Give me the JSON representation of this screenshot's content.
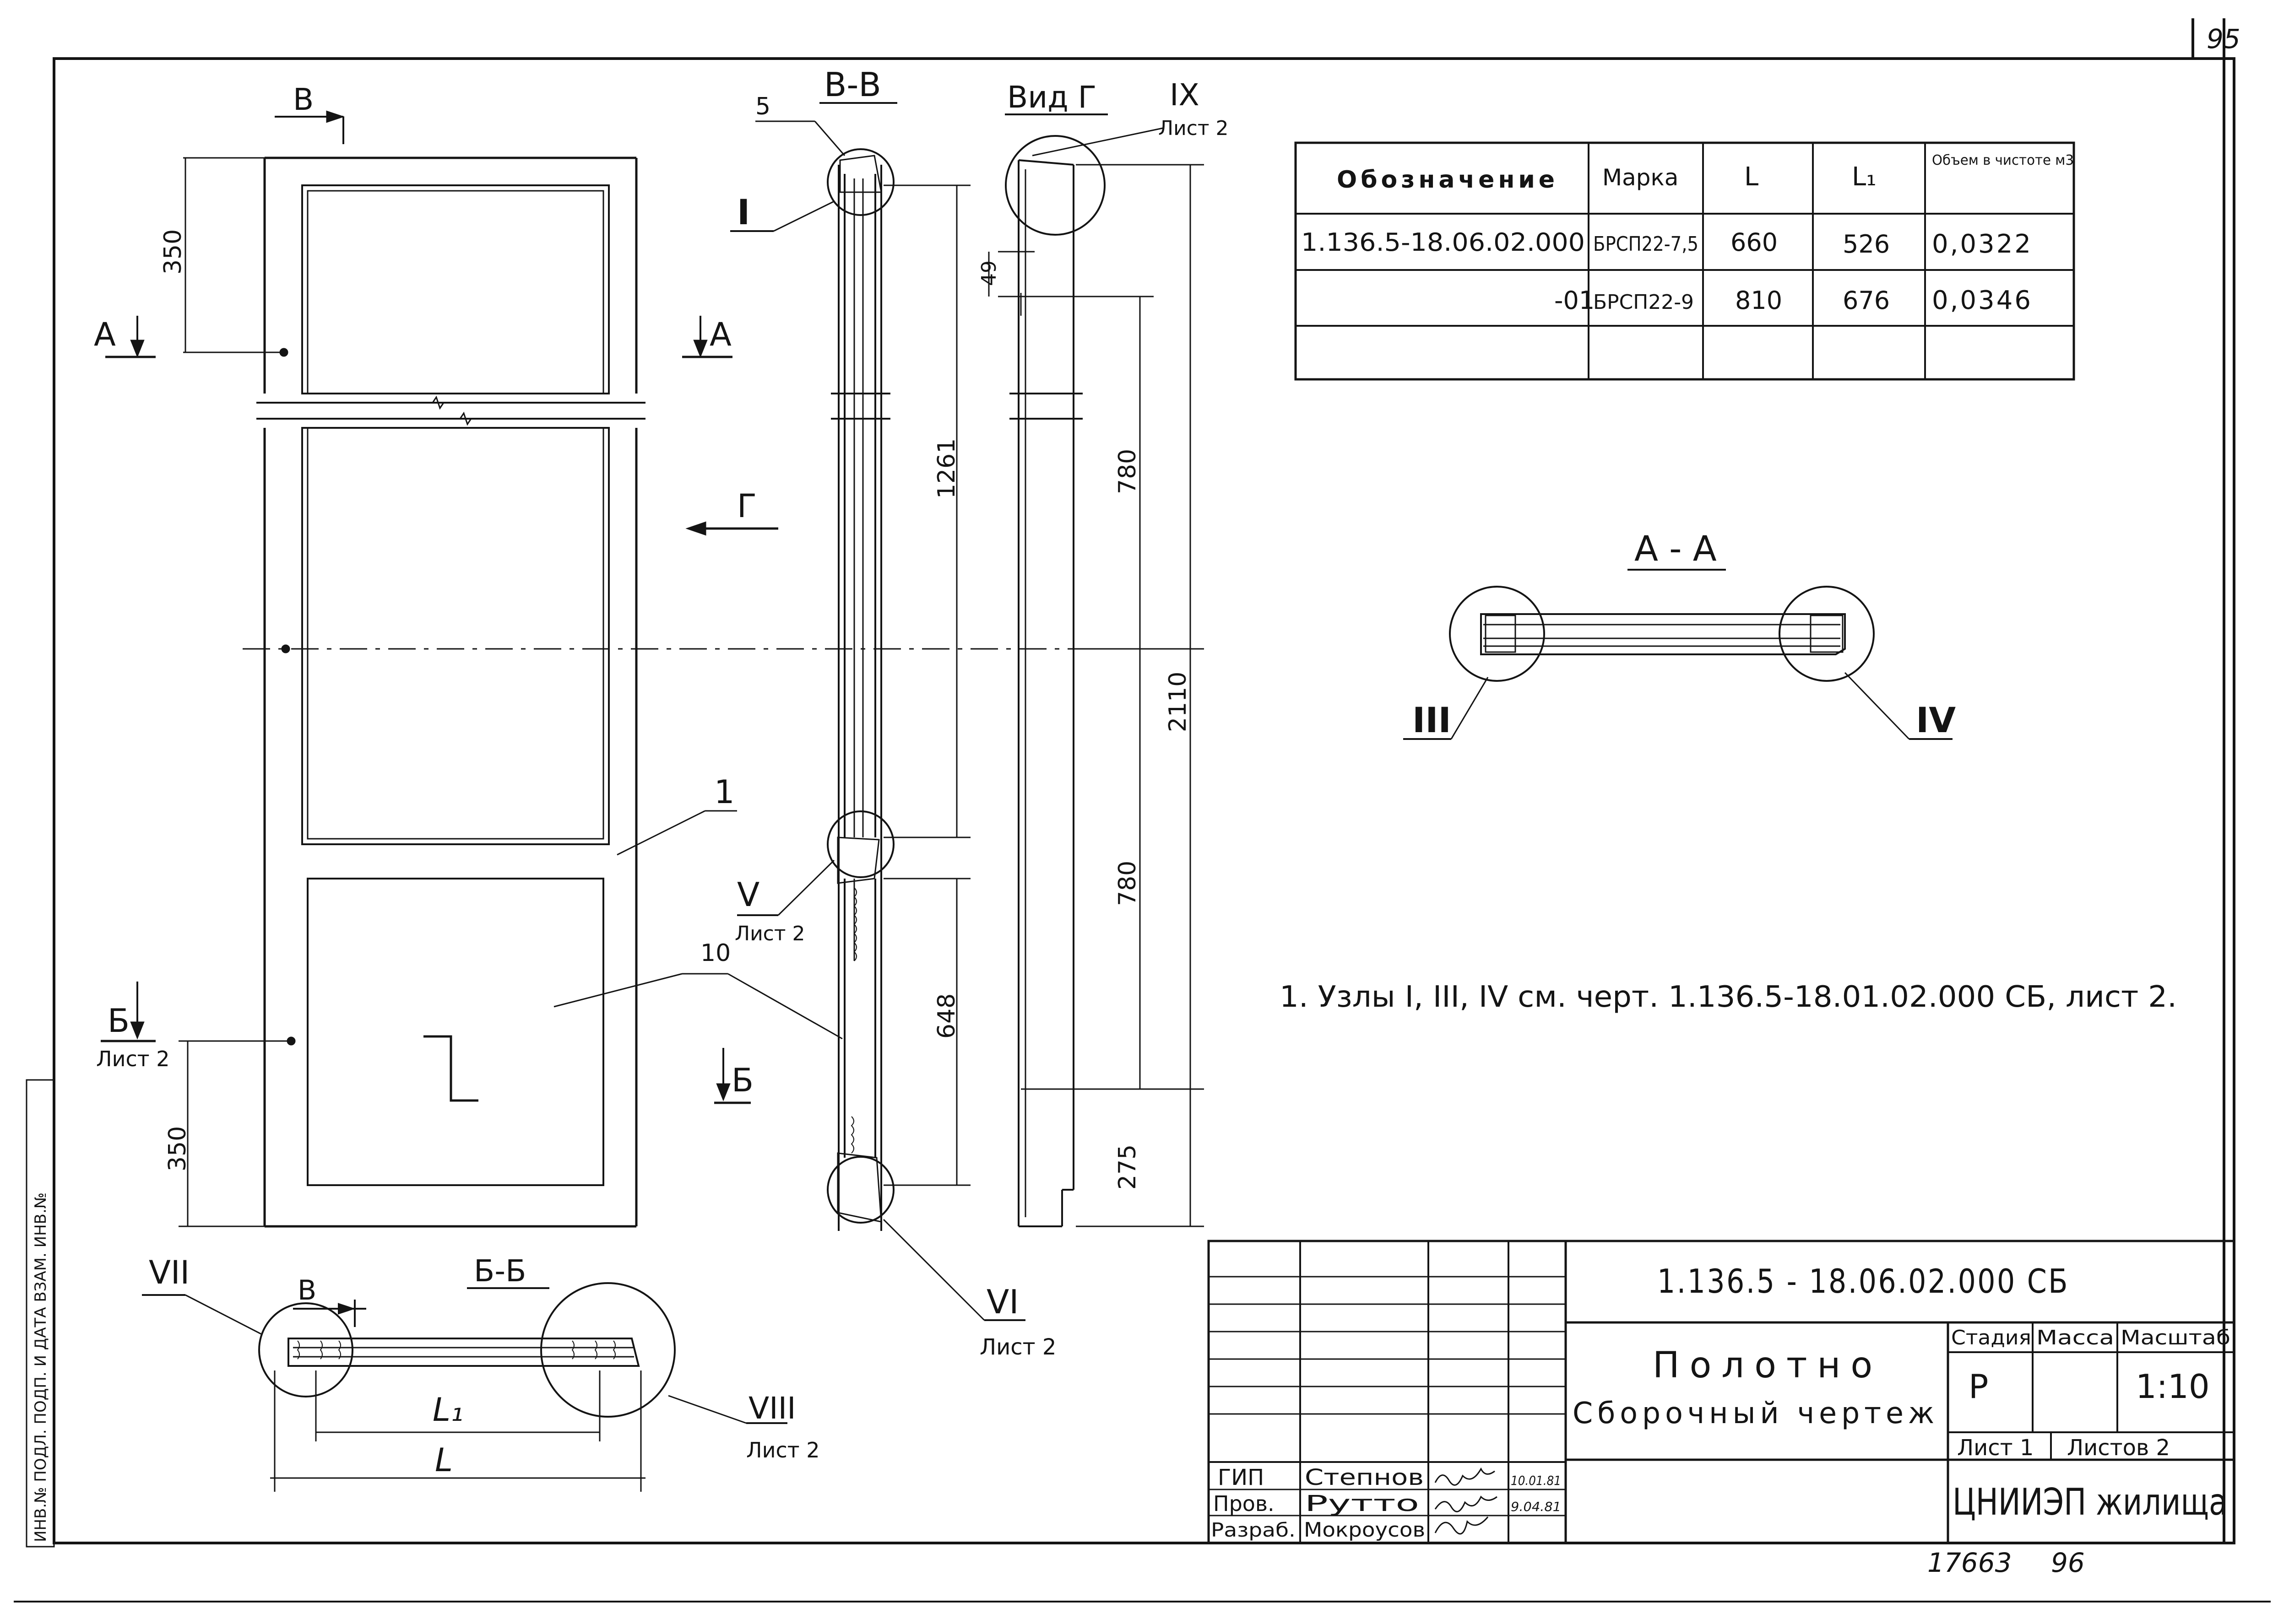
{
  "sheet_number": "95",
  "left_margin_stamp": "ИНВ.№ ПОДЛ.  ПОДП. И ДАТА  ВЗАМ. ИНВ.№",
  "views": {
    "front": {
      "section_a_label": "А",
      "section_b_label": "Б",
      "section_b_sheet": "Лист 2",
      "section_v_label": "В",
      "view_g_label": "Г",
      "dim_top": "350",
      "dim_bottom": "350",
      "callout_1": "1",
      "callout_10": "10"
    },
    "section_vv": {
      "title": "В-В",
      "callout_5": "5",
      "node_I": "I",
      "node_V": "V",
      "node_V_sheet": "Лист 2",
      "node_VI": "VI",
      "node_VI_sheet": "Лист 2",
      "dim_1261": "1261",
      "dim_648": "648",
      "dim_49": "49"
    },
    "view_g": {
      "title": "Вид Г",
      "node_IX": "IX",
      "node_IX_sheet": "Лист 2",
      "dim_780_top": "780",
      "dim_780_bottom": "780",
      "dim_2110": "2110",
      "dim_275": "275"
    },
    "section_aa": {
      "title": "А - А",
      "node_III": "III",
      "node_IV": "IV"
    },
    "section_bb": {
      "title": "Б-Б",
      "node_VII": "VII",
      "node_VIII": "VIII",
      "node_VIII_sheet": "Лист 2",
      "dim_L1": "L₁",
      "dim_L": "L",
      "cut_label": "В"
    }
  },
  "spec_table": {
    "headers": [
      "Обозначение",
      "Марка",
      "L",
      "L₁",
      "Объем в чистоте м3"
    ],
    "rows": [
      [
        "1.136.5-18.06.02.000",
        "БРСП22-7,5",
        "660",
        "526",
        "0,0322"
      ],
      [
        "-01",
        "БРСП22-9",
        "810",
        "676",
        "0,0346"
      ],
      [
        "",
        "",
        "",
        "",
        ""
      ]
    ]
  },
  "note": "1. Узлы I, III, IV см. черт. 1.136.5-18.01.02.000 СБ, лист 2.",
  "title_block": {
    "designation": "1.136.5 - 18.06.02.000 СБ",
    "name_line1": "Полотно",
    "name_line2": "Сборочный чертеж",
    "stage_header": "Стадия",
    "mass_header": "Масса",
    "scale_header": "Масштаб",
    "stage_value": "Р",
    "mass_value": "",
    "scale_value": "1:10",
    "sheet_label": "Лист 1",
    "sheets_label": "Листов 2",
    "organization": "ЦНИИЭП жилища",
    "signatures": [
      {
        "role": "ГИП",
        "name": "Степнов",
        "date": "10.01.81"
      },
      {
        "role": "Пров.",
        "name": "Рутто",
        "date": "9.04.81"
      },
      {
        "role": "Разраб.",
        "name": "Мокроусов",
        "date": ""
      }
    ]
  },
  "footer": {
    "archive_number": "17663",
    "page_mark": "96"
  }
}
